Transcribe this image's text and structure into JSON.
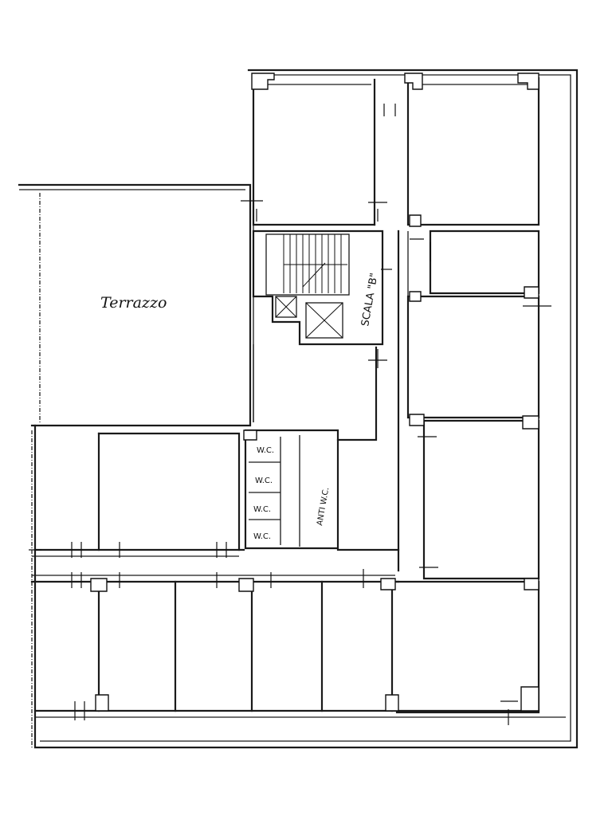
{
  "labels": {
    "terrace": "Terrazzo",
    "stair": "SCALA \"B\"",
    "wc_1": "W.C.",
    "wc_2": "W.C.",
    "wc_3": "W.C.",
    "wc_4": "W.C.",
    "anti_wc": "ANTI W.C."
  }
}
